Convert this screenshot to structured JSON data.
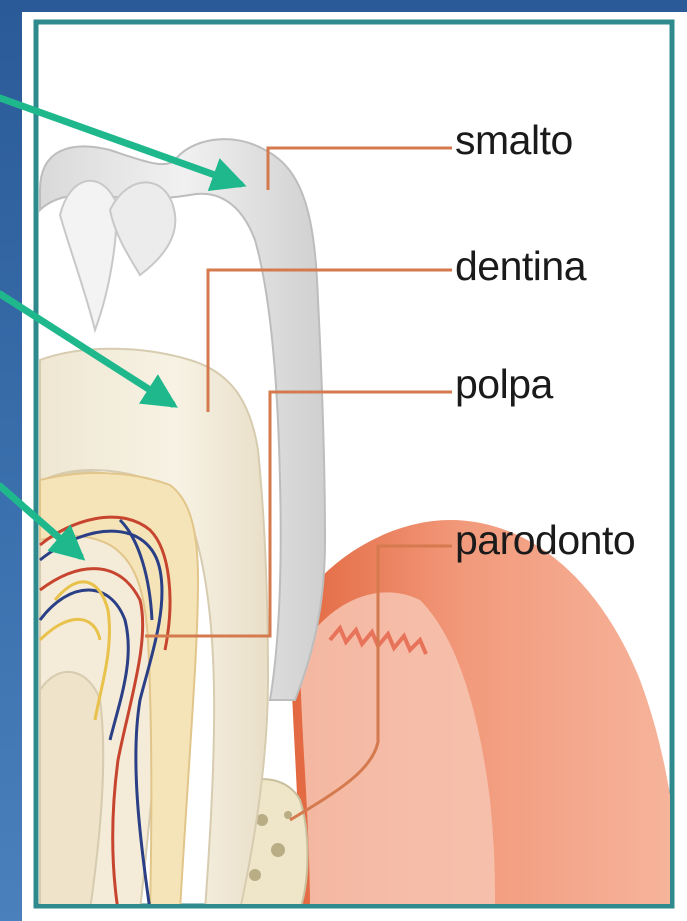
{
  "labels": {
    "smalto": "smalto",
    "dentina": "dentina",
    "polpa": "polpa",
    "parodonto": "parodonto"
  },
  "colors": {
    "background": "#2d5f9e",
    "frame": "#2f8a8e",
    "leader_line": "#d47a4e",
    "arrow": "#1fb88d",
    "enamel": "#e6e6e6",
    "dentin": "#f3eedf",
    "pulp": "#f7e3b8",
    "gum": "#ef8a6b",
    "bone": "#f3d9c9"
  },
  "icons": {
    "arrows": "arrow-icon"
  }
}
